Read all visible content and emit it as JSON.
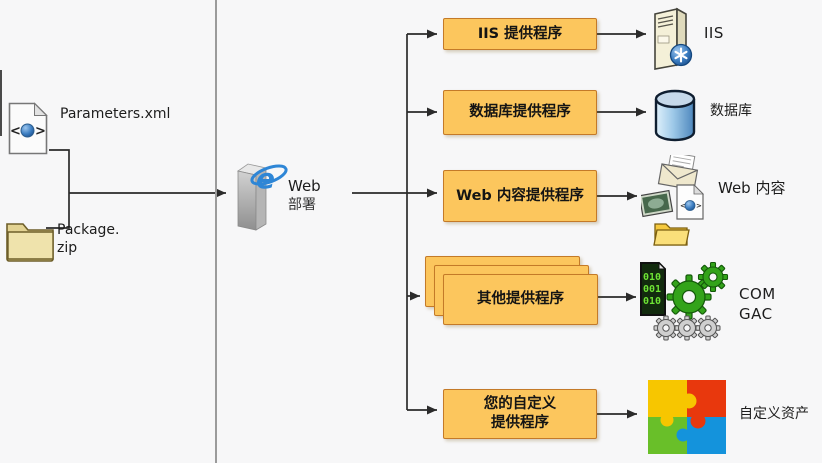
{
  "colors": {
    "background": "#f7f7f8",
    "provider_box_fill": "#fcc65d",
    "provider_box_border": "#c47a28",
    "connector_line": "#2b2b2b",
    "divider_line": "#9b9b9b",
    "database_blue": "#4c86bc",
    "gear_green": "#33a31a",
    "puzzle_yellow": "#f7c600",
    "puzzle_red": "#e8380d",
    "puzzle_green": "#69bf29",
    "puzzle_blue": "#1493dc"
  },
  "inputs": {
    "parameters_file": {
      "label": "Parameters.xml",
      "icon": "xml-file-icon"
    },
    "package_file": {
      "label_line1": "Package.",
      "label_line2": "zip",
      "icon": "folder-icon"
    }
  },
  "hub": {
    "label_line1": "Web",
    "label_line2": "部署",
    "icon": "web-deploy-server-icon"
  },
  "providers": [
    {
      "box_label": "IIS 提供程序",
      "target_label": "IIS",
      "target_icon": "iis-server-icon"
    },
    {
      "box_label": "数据库提供程序",
      "target_label": "数据库",
      "target_icon": "database-icon"
    },
    {
      "box_label": "Web 内容提供程序",
      "target_label": "Web 内容",
      "target_icon": "web-content-icon"
    },
    {
      "box_label": "其他提供程序",
      "target_label_line1": "COM",
      "target_label_line2": "GAC",
      "target_icon": "com-gac-gears-icon",
      "stacked": true
    },
    {
      "box_label_line1": "您的自定义",
      "box_label_line2": "提供程序",
      "target_label": "自定义资产",
      "target_icon": "puzzle-icon"
    }
  ]
}
